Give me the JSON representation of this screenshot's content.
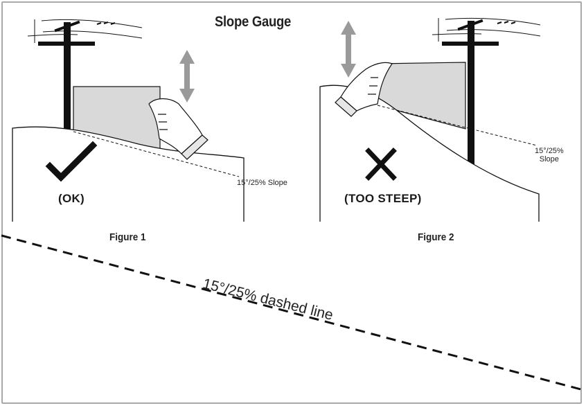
{
  "title": "Slope Gauge",
  "figure1": {
    "caption": "Figure 1",
    "verdict": "(OK)",
    "slope_label": "15°/25% Slope"
  },
  "figure2": {
    "caption": "Figure 2",
    "verdict": "(TOO STEEP)",
    "slope_label_line1": "15°/25%",
    "slope_label_line2": "Slope"
  },
  "dashed_line_label": "15°/25% dashed line",
  "colors": {
    "frame": "#a9a9a9",
    "ink": "#111111",
    "gauge_fill": "#d9d9d9",
    "arrow": "#9a9a9a"
  }
}
